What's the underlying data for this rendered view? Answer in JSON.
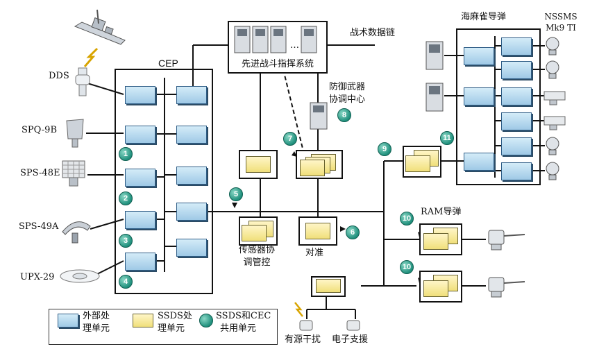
{
  "diagram": {
    "cep_label": "CEP",
    "tactical_link": "战术数据链",
    "advanced_command": "先进战斗指挥系统",
    "defense_center_line1": "防御武器",
    "defense_center_line2": "协调中心",
    "sensor_coord_line1": "传感器协",
    "sensor_coord_line2": "调管控",
    "alignment": "对准",
    "essm_title": "海麻雀导弹",
    "nssms_line1": "NSSMS",
    "nssms_line2": "Mk9 TI",
    "ram_title": "RAM导弹",
    "active_jamming": "有源干扰",
    "esm": "电子支援",
    "ellipsis": "…",
    "sensors": [
      "DDS",
      "SPQ-9B",
      "SPS-48E",
      "SPS-49A",
      "UPX-29"
    ],
    "badges": [
      "1",
      "2",
      "3",
      "4",
      "5",
      "6",
      "7",
      "8",
      "9",
      "10",
      "10",
      "11"
    ]
  },
  "legend": {
    "external_line1": "外部处",
    "external_line2": "理单元",
    "ssds_line1": "SSDS处",
    "ssds_line2": "理单元",
    "shared_line1": "SSDS和CEC",
    "shared_line2": "共用单元"
  },
  "colors": {
    "external_unit": "#a9d0ea",
    "ssds_unit": "#f4e68c",
    "shared_unit": "#2a9d8a",
    "line": "#111111"
  },
  "icons": [
    "ship-icon",
    "lightning-icon",
    "radar-icon",
    "console-icon",
    "launcher-icon",
    "gun-icon",
    "antenna-icon"
  ]
}
